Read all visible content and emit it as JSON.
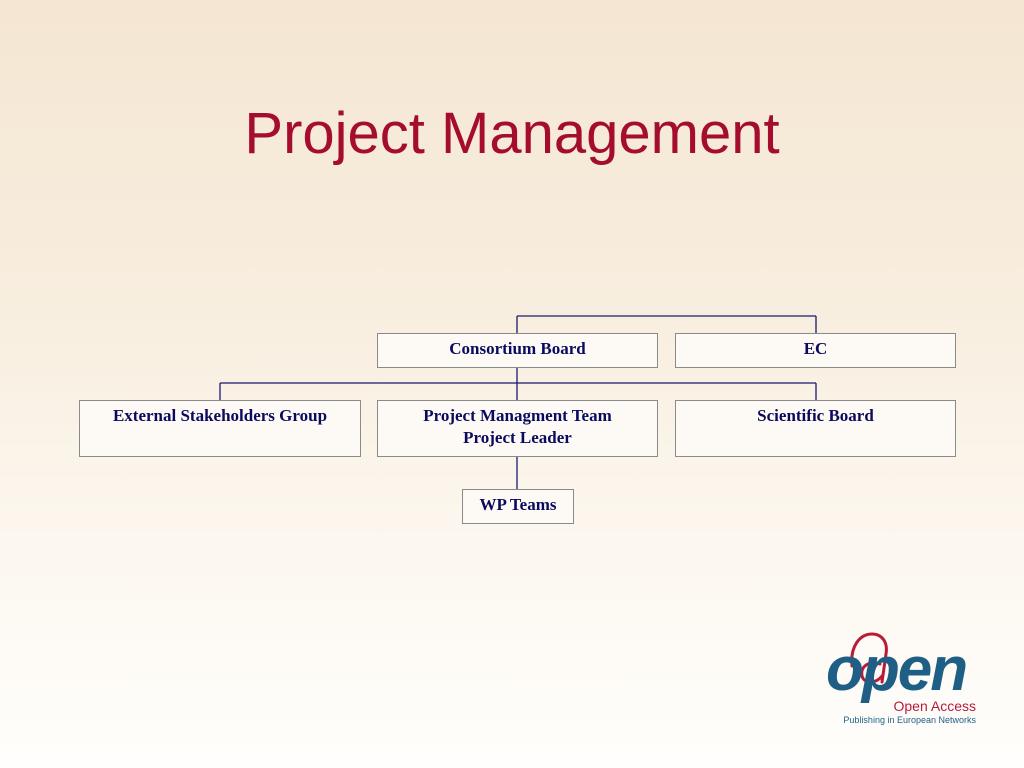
{
  "slide": {
    "title": "Project Management"
  },
  "org_chart": {
    "boxes": {
      "consortium_board": "Consortium Board",
      "ec": "EC",
      "external_stakeholders": "External Stakeholders Group",
      "pm_team_line1": "Project Managment Team",
      "pm_team_line2": "Project Leader",
      "scientific_board": "Scientific Board",
      "wp_teams": "WP Teams"
    },
    "line_color": "#1a1a6e",
    "text_color": "#0a0a5e",
    "title_color": "#a50d2e"
  },
  "logo": {
    "word": "open",
    "line1": "Open Access",
    "line2": "Publishing in European Networks",
    "colors": {
      "blue": "#1f5f85",
      "red": "#b81b3a"
    }
  }
}
